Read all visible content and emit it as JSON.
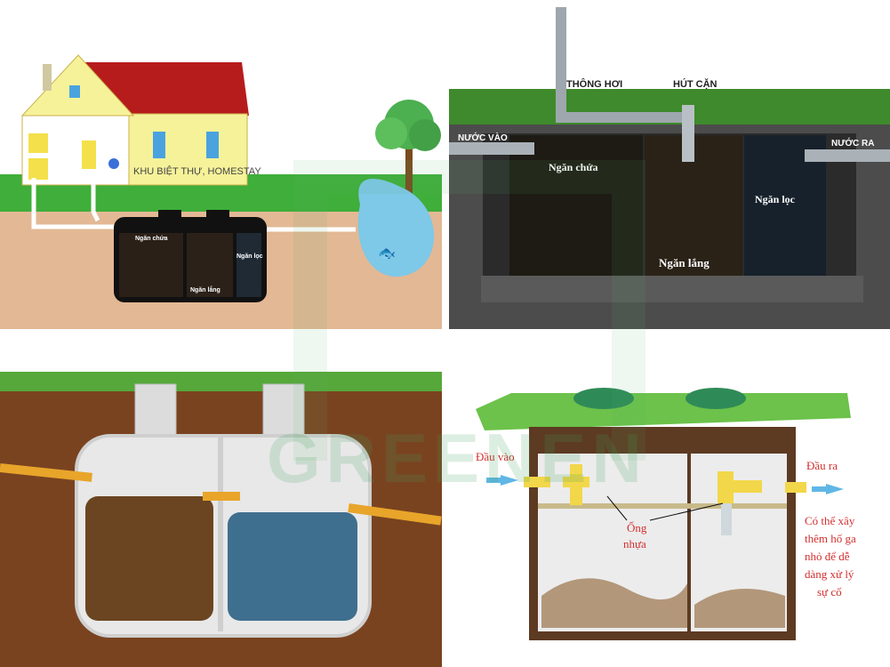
{
  "watermark": "GREENEN",
  "panel1": {
    "house_label": "KHU BIỆT THỰ, HOMESTAY",
    "chamber1": "Ngăn chứa",
    "chamber2": "Ngăn lắng",
    "chamber3": "Ngăn lọc"
  },
  "panel2": {
    "vent": "THÔNG HƠI",
    "suction": "HÚT CẶN",
    "inlet": "NƯỚC VÀO",
    "outlet": "NƯỚC RA",
    "chamber1": "Ngăn chứa",
    "chamber2": "Ngăn lắng",
    "chamber3": "Ngăn lọc"
  },
  "panel4": {
    "inlet": "Đầu vào",
    "outlet": "Đầu ra",
    "pipe_line1": "Ống",
    "pipe_line2": "nhựa",
    "note_lines": [
      "Có thể xây",
      "thêm hố ga",
      "nhỏ để dễ",
      "dàng xử lý",
      "sự cố"
    ]
  },
  "colors": {
    "grass": "#3fae3a",
    "soil": "#e0b592",
    "roof": "#b71c1c",
    "wall": "#f6f29a",
    "pipe_yellow": "#f0d640",
    "annotation_red": "#d32f2f",
    "arrow_blue": "#5fb7e5"
  }
}
